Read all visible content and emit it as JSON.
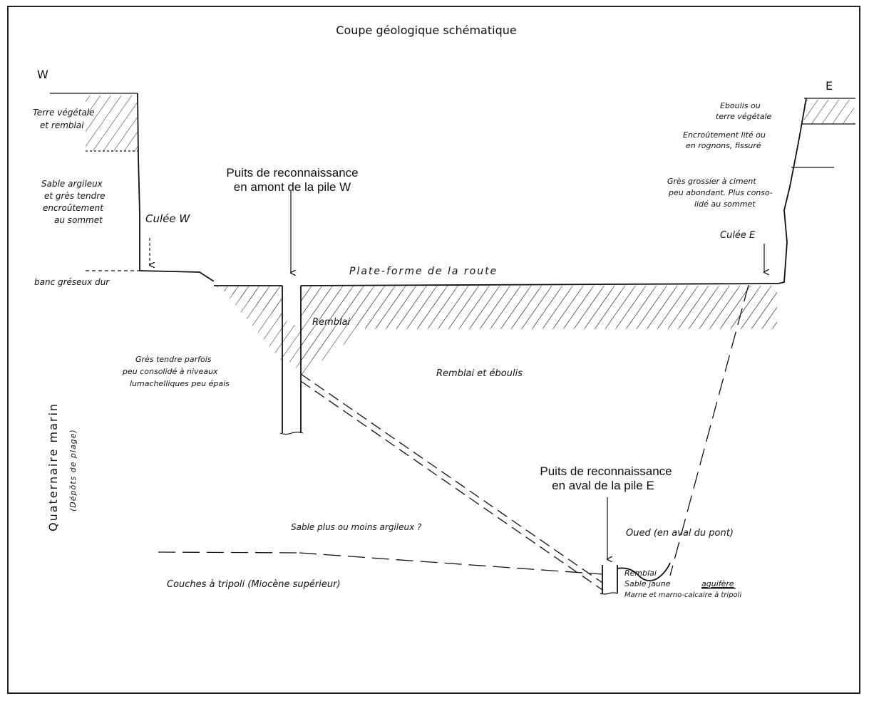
{
  "diagram": {
    "title": "Coupe géologique schématique",
    "orientation": {
      "west": "W",
      "east": "E"
    },
    "west_side": {
      "layer1": [
        "Terre végétale",
        "et remblai"
      ],
      "layer2": [
        "Sable argileux",
        "et grès tendre",
        "encroûtement",
        "au sommet"
      ],
      "abutment": "Culée W",
      "hard_bed": "banc gréseux dur"
    },
    "east_side": {
      "layer1": [
        "Eboulis ou",
        "terre végétale"
      ],
      "layer2": [
        "Encroûtement lité ou",
        "en rognons, fissuré"
      ],
      "layer3": [
        "Grès grossier à ciment",
        "peu abondant. Plus conso-",
        "lidé au sommet"
      ],
      "abutment": "Culée E"
    },
    "well_w": [
      "Puits de reconnaissance",
      "en amont de la pile W"
    ],
    "well_e": [
      "Puits de reconnaissance",
      "en aval de la pile E"
    ],
    "road": "Plate-forme de la route",
    "remblai": "Remblai",
    "remblai_eboulis": "Remblai et éboulis",
    "soft_sandstone": [
      "Grès tendre parfois",
      "peu consolidé à niveaux",
      "lumachelliques peu épais"
    ],
    "quaternary": [
      "Quaternaire marin",
      "(Dépôts de plage)"
    ],
    "wadi": "Oued (en aval du pont)",
    "clayey_sand": "Sable plus ou moins argileux ?",
    "tripoli": "Couches à tripoli (Miocène supérieur)",
    "well_e_log": {
      "remblai": "Remblai",
      "aquifer_sand": "Sable jaune",
      "aquifer_word": "aquifère",
      "marl": "Marne et marno-calcaire à tripoli"
    }
  }
}
